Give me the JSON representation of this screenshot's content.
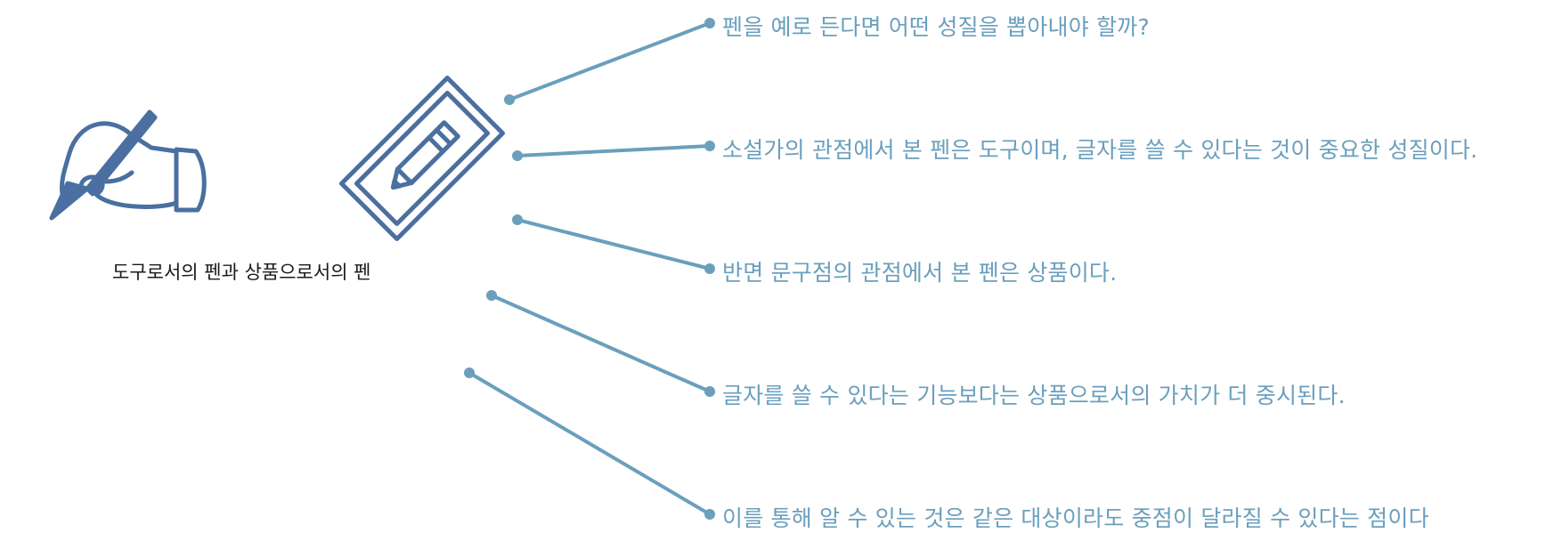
{
  "caption": "도구로서의 펜과 상품으로서의 펜",
  "icons": {
    "writing_hand": "writing-hand-icon",
    "pencil_card": "pencil-card-icon"
  },
  "colors": {
    "icon": "#4a6fa0",
    "connector": "#6a9fbd",
    "point_text": "#6a9fbd",
    "caption": "#1a1a1a"
  },
  "points": [
    "펜을 예로 든다면 어떤 성질을 뽑아내야 할까?",
    "소설가의 관점에서 본 펜은 도구이며, 글자를 쓸 수 있다는 것이 중요한 성질이다.",
    "반면 문구점의 관점에서 본 펜은 상품이다.",
    "글자를 쓸 수 있다는 기능보다는 상품으로서의 가치가 더 중시된다.",
    "이를 통해 알 수 있는 것은 같은 대상이라도 중점이 달라질 수 있다는 점이다"
  ]
}
